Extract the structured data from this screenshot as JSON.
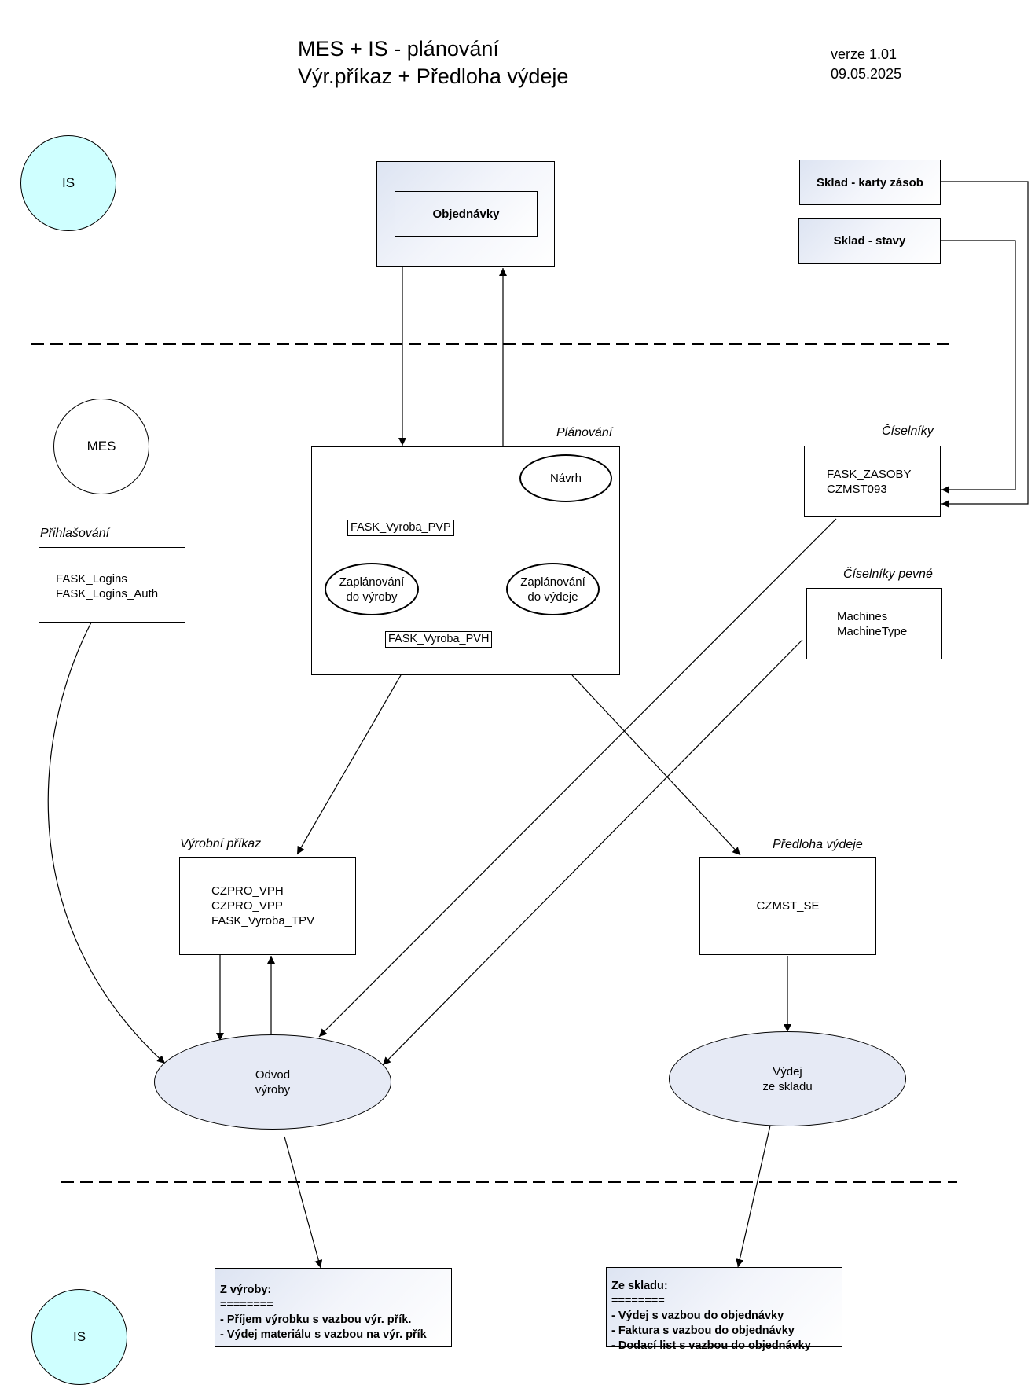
{
  "header": {
    "title_line1": "MES + IS - plánování",
    "title_line2": "Výr.příkaz + Předloha výdeje",
    "version": "verze 1.01",
    "date": "09.05.2025"
  },
  "zones": {
    "is_top": "IS",
    "mes": "MES",
    "is_bottom": "IS"
  },
  "is_boxes": {
    "objednavky": "Objednávky",
    "sklad_karty": "Sklad - karty zásob",
    "sklad_stavy": "Sklad - stavy"
  },
  "prihlasovani": {
    "label": "Přihlašování",
    "lines": [
      "FASK_Logins",
      "FASK_Logins_Auth"
    ]
  },
  "planovani": {
    "label": "Plánování",
    "navrh": "Návrh",
    "pvp": "FASK_Vyroba_PVP",
    "zaplanovani_vyroby": [
      "Zaplánování",
      "do výroby"
    ],
    "zaplanovani_vydeje": [
      "Zaplánování",
      "do výdeje"
    ],
    "pvh": "FASK_Vyroba_PVH"
  },
  "ciselniky": {
    "label": "Číselníky",
    "lines": [
      "FASK_ZASOBY",
      "CZMST093"
    ]
  },
  "ciselniky_pevne": {
    "label": "Číselníky pevné",
    "lines": [
      "Machines",
      "MachineType"
    ]
  },
  "vyrobni_prikaz": {
    "label": "Výrobní příkaz",
    "lines": [
      "CZPRO_VPH",
      "CZPRO_VPP",
      "FASK_Vyroba_TPV"
    ]
  },
  "predloha_vydeje": {
    "label": "Předloha výdeje",
    "lines": [
      "CZMST_SE"
    ]
  },
  "odvod": [
    "Odvod",
    "výroby"
  ],
  "vydej": [
    "Výdej",
    "ze skladu"
  ],
  "z_vyroby": {
    "lines": [
      "Z výroby:",
      "========",
      "- Příjem výrobku s vazbou výr. přík.",
      "- Výdej materiálu s vazbou na výr. přík"
    ]
  },
  "ze_skladu": {
    "lines": [
      "Ze skladu:",
      "========",
      "- Výdej s vazbou do objednávky",
      "- Faktura s vazbou do objednávky",
      "- Dodací list s vazbou do objednávky"
    ]
  },
  "colors": {
    "is_circle": "#cfffff",
    "ellipse_fill": "#e6eaf5",
    "gradient_box": "#dde4f2"
  }
}
